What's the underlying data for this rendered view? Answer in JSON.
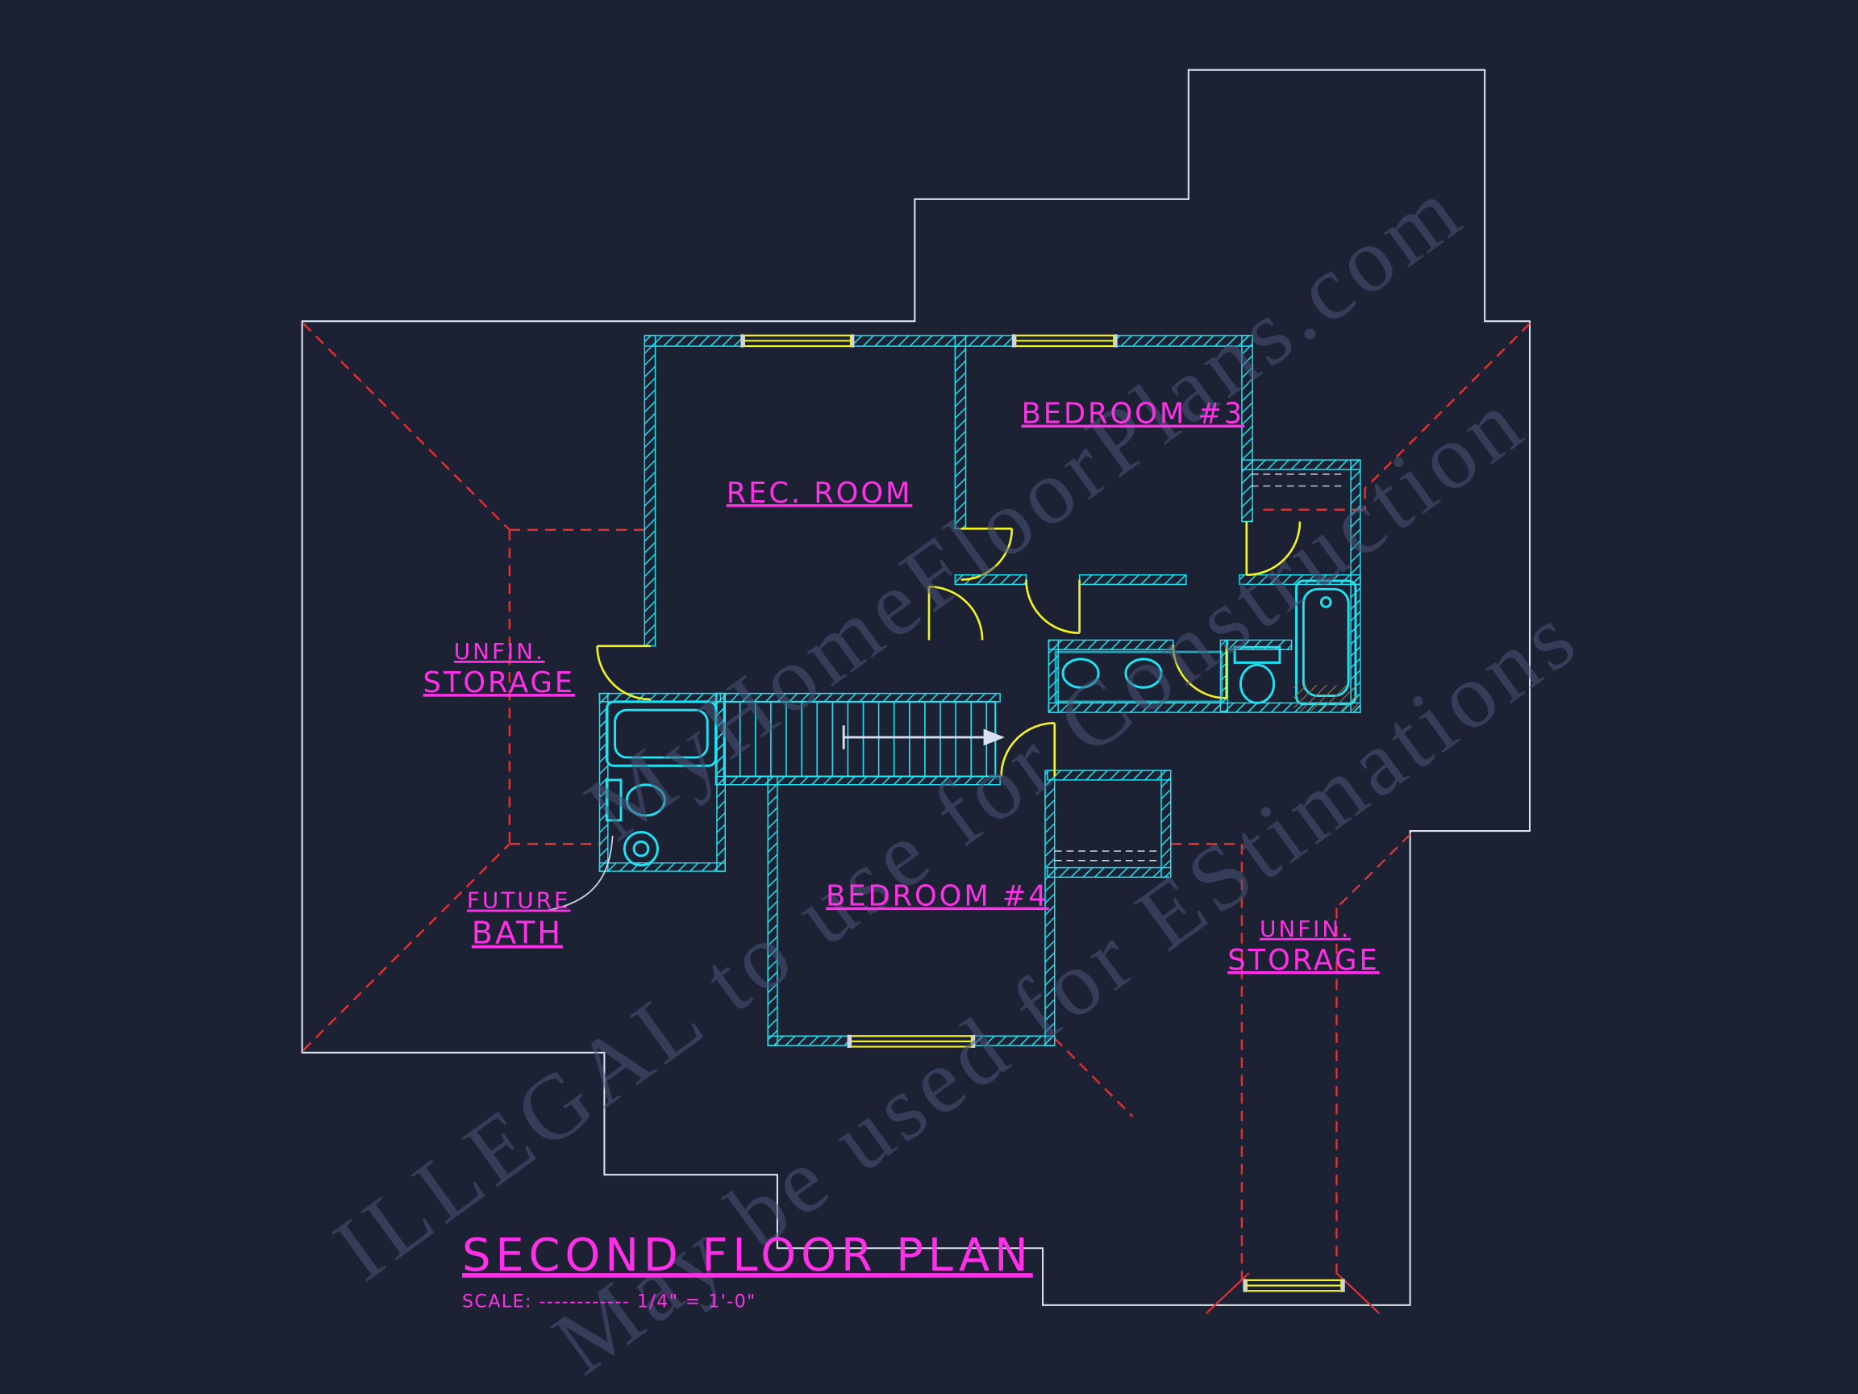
{
  "drawing": {
    "title": "SECOND FLOOR PLAN",
    "scale_label": "SCALE: ------------ 1/4\" = 1'-0\""
  },
  "rooms": {
    "rec_room": "REC. ROOM",
    "bedroom3": "BEDROOM #3",
    "bedroom4": "BEDROOM #4",
    "storage_left": {
      "line1": "UNFIN.",
      "line2": "STORAGE"
    },
    "storage_right": {
      "line1": "UNFIN.",
      "line2": "STORAGE"
    },
    "future_bath": {
      "line1": "FUTURE",
      "line2": "BATH"
    }
  },
  "watermark": {
    "line1": "MyHomeFloorPlans.com",
    "line2": "ILLEGAL to use for Construction",
    "line3": "May be used for EStimations"
  },
  "colors": {
    "background": "#1c2134",
    "footprint_outline": "#dde2ee",
    "walls": "#1ee3f2",
    "windows_doors": "#f2f224",
    "labels": "#ff30e8",
    "roof_lines": "#e03434",
    "watermark": "#4d5578"
  }
}
